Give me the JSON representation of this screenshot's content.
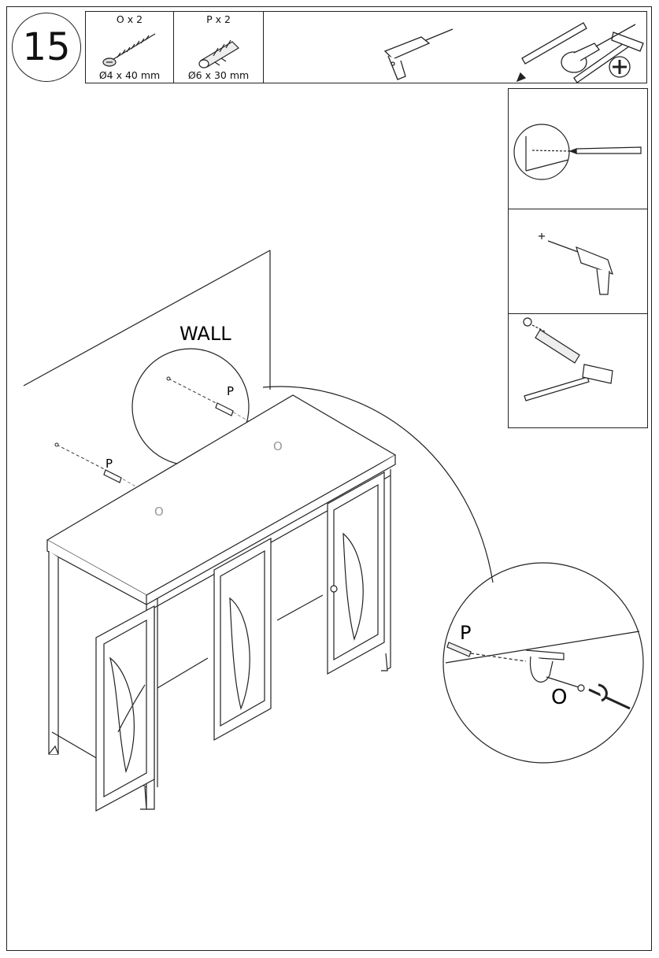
{
  "step": {
    "number": "15"
  },
  "parts": [
    {
      "id": "O",
      "quantity": "O x 2",
      "size": "Ø4 x 40 mm",
      "icon": "screw-icon"
    },
    {
      "id": "P",
      "quantity": "P x 2",
      "size": "Ø6 x 30 mm",
      "icon": "wall-anchor-icon"
    }
  ],
  "tools": [
    "drill-icon",
    "pencil-icon",
    "hammer-icon",
    "phillips-screwdriver-icon"
  ],
  "main": {
    "wall_label": "WALL",
    "anchor_label": "P",
    "screw_label": "O"
  },
  "detail": {
    "anchor_label": "P",
    "screw_label": "O"
  },
  "side_steps": [
    {
      "icon": "mark-with-pencil-icon"
    },
    {
      "icon": "drill-hole-icon"
    },
    {
      "icon": "hammer-anchor-icon"
    }
  ]
}
